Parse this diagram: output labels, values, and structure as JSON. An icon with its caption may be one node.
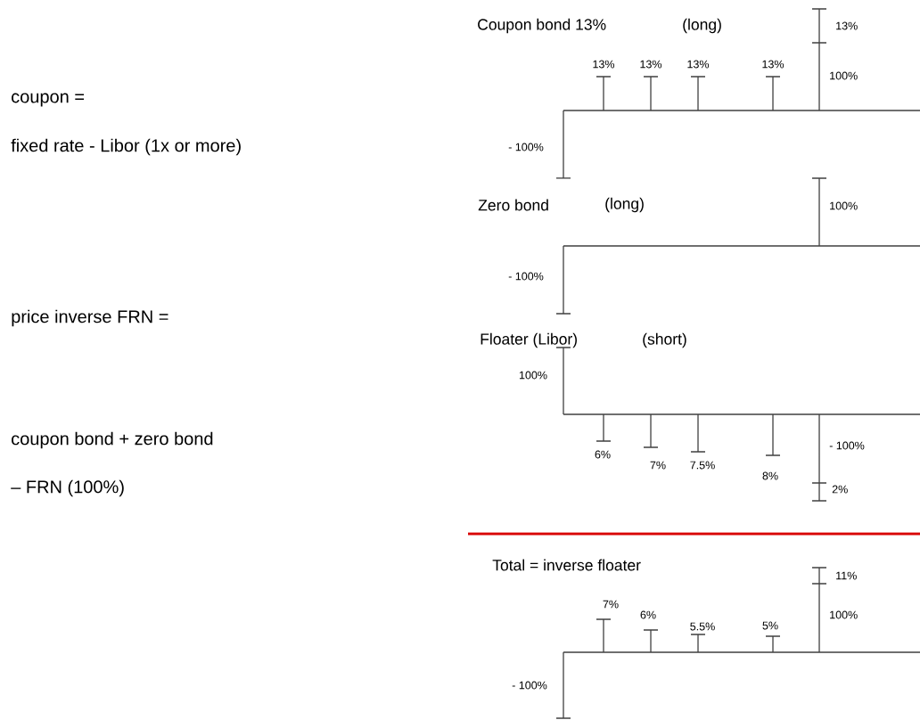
{
  "diagram": {
    "labels": [
      "coupon =",
      "fixed rate - Libor (1x or more)",
      "price inverse FRN =",
      "coupon bond + zero bond",
      "– FRN (100%)",
      "Coupon bond 13%",
      "(long)",
      "13%",
      "13%",
      "13%",
      "13%",
      "13%",
      "100%",
      "- 100%",
      "Zero bond",
      "(long)",
      "100%",
      "- 100%",
      "Floater (Libor)",
      "(short)",
      "100%",
      "6%",
      "7%",
      "7.5%",
      "- 100%",
      "8%",
      "2%",
      "Total = inverse floater",
      "11%",
      "7%",
      "6%",
      "5.5%",
      "5%",
      "100%",
      "- 100%"
    ]
  }
}
